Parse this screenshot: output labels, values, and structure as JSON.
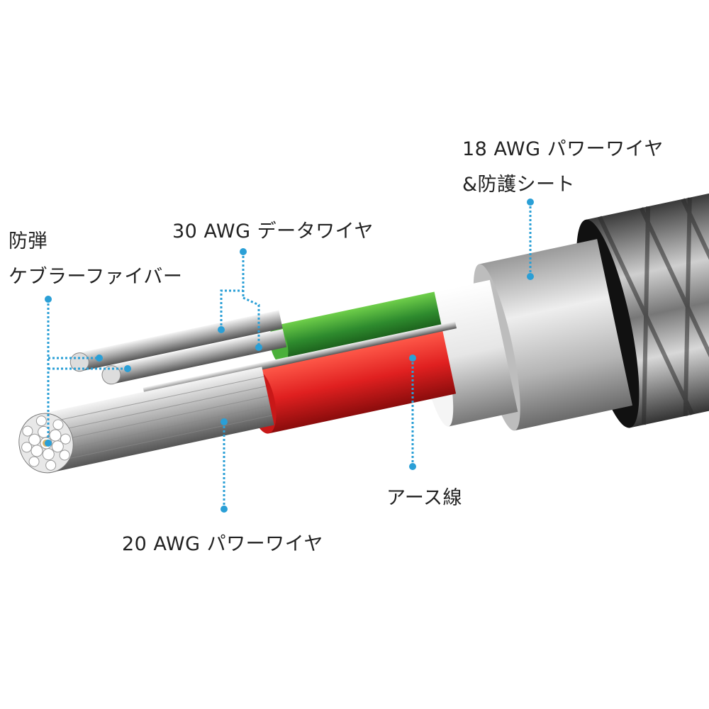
{
  "labels": {
    "power_18": {
      "line1": "18 AWG パワーワイヤ",
      "line2": "&防護シート"
    },
    "data_30": "30 AWG データワイヤ",
    "kevlar": {
      "line1": "防弾",
      "line2": "ケブラーファイバー"
    },
    "earth": "アース線",
    "power_20": "20 AWG パワーワイヤ"
  },
  "colors": {
    "leader": "#2a9fd6",
    "green_wire": "#2e8b2e",
    "red_wire": "#e02020",
    "jacket": "#8a8a8a",
    "foil": "#c8c8c8"
  }
}
